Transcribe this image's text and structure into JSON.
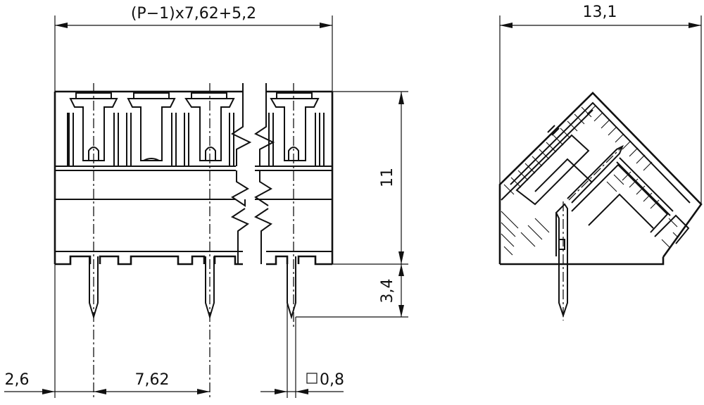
{
  "dimensions": {
    "total_width": "(P−1)x7,62+5,2",
    "side_depth": "13,1",
    "height": "11",
    "pin_length": "3,4",
    "edge_offset": "2,6",
    "pitch": "7,62",
    "pin_size": "0,8"
  },
  "pin_size_symbol": "square-symbol"
}
